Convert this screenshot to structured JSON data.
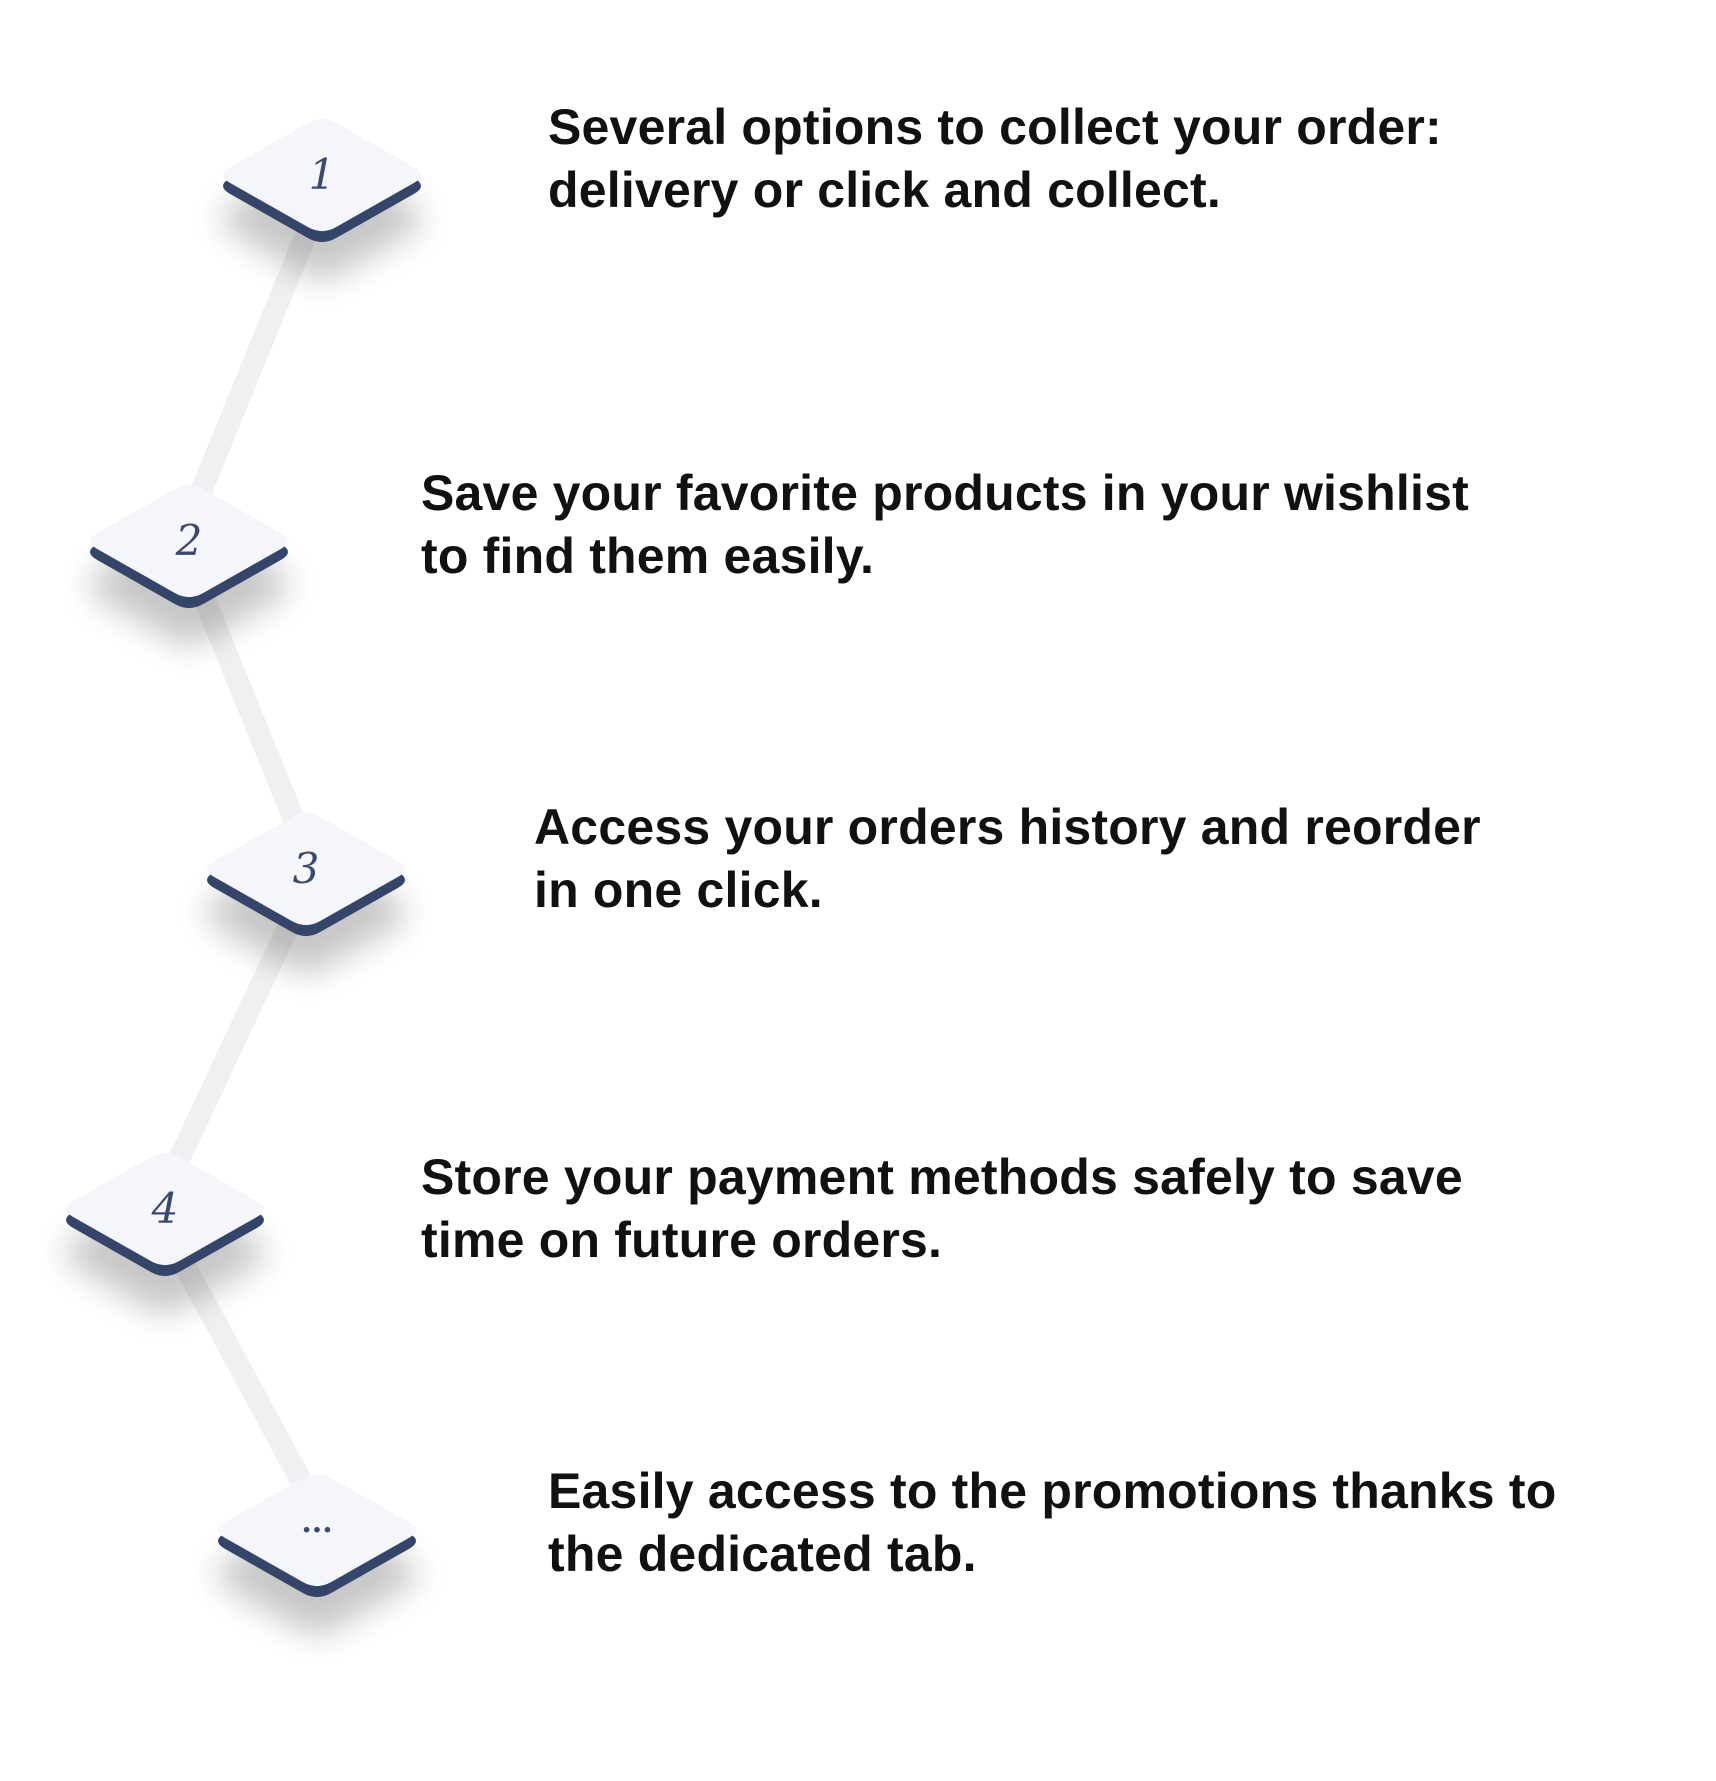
{
  "steps": [
    {
      "badge": "1",
      "lines": [
        "Several options to collect your order:",
        "delivery or click and collect."
      ]
    },
    {
      "badge": "2",
      "lines": [
        "Save your favorite products in your wishlist",
        "to find them easily."
      ]
    },
    {
      "badge": "3",
      "lines": [
        "Access your orders history and reorder",
        "in one click."
      ]
    },
    {
      "badge": "4",
      "lines": [
        "Store your payment methods safely to save",
        "time on future orders."
      ]
    },
    {
      "badge": "...",
      "lines": [
        "Easily access to the promotions thanks to",
        "the dedicated tab."
      ]
    }
  ],
  "colors": {
    "badge_face": "#f4f6fc",
    "badge_edge": "#34446b",
    "badge_label": "#3a4a6e",
    "connector": "#f0f0f2",
    "text": "#111111"
  }
}
